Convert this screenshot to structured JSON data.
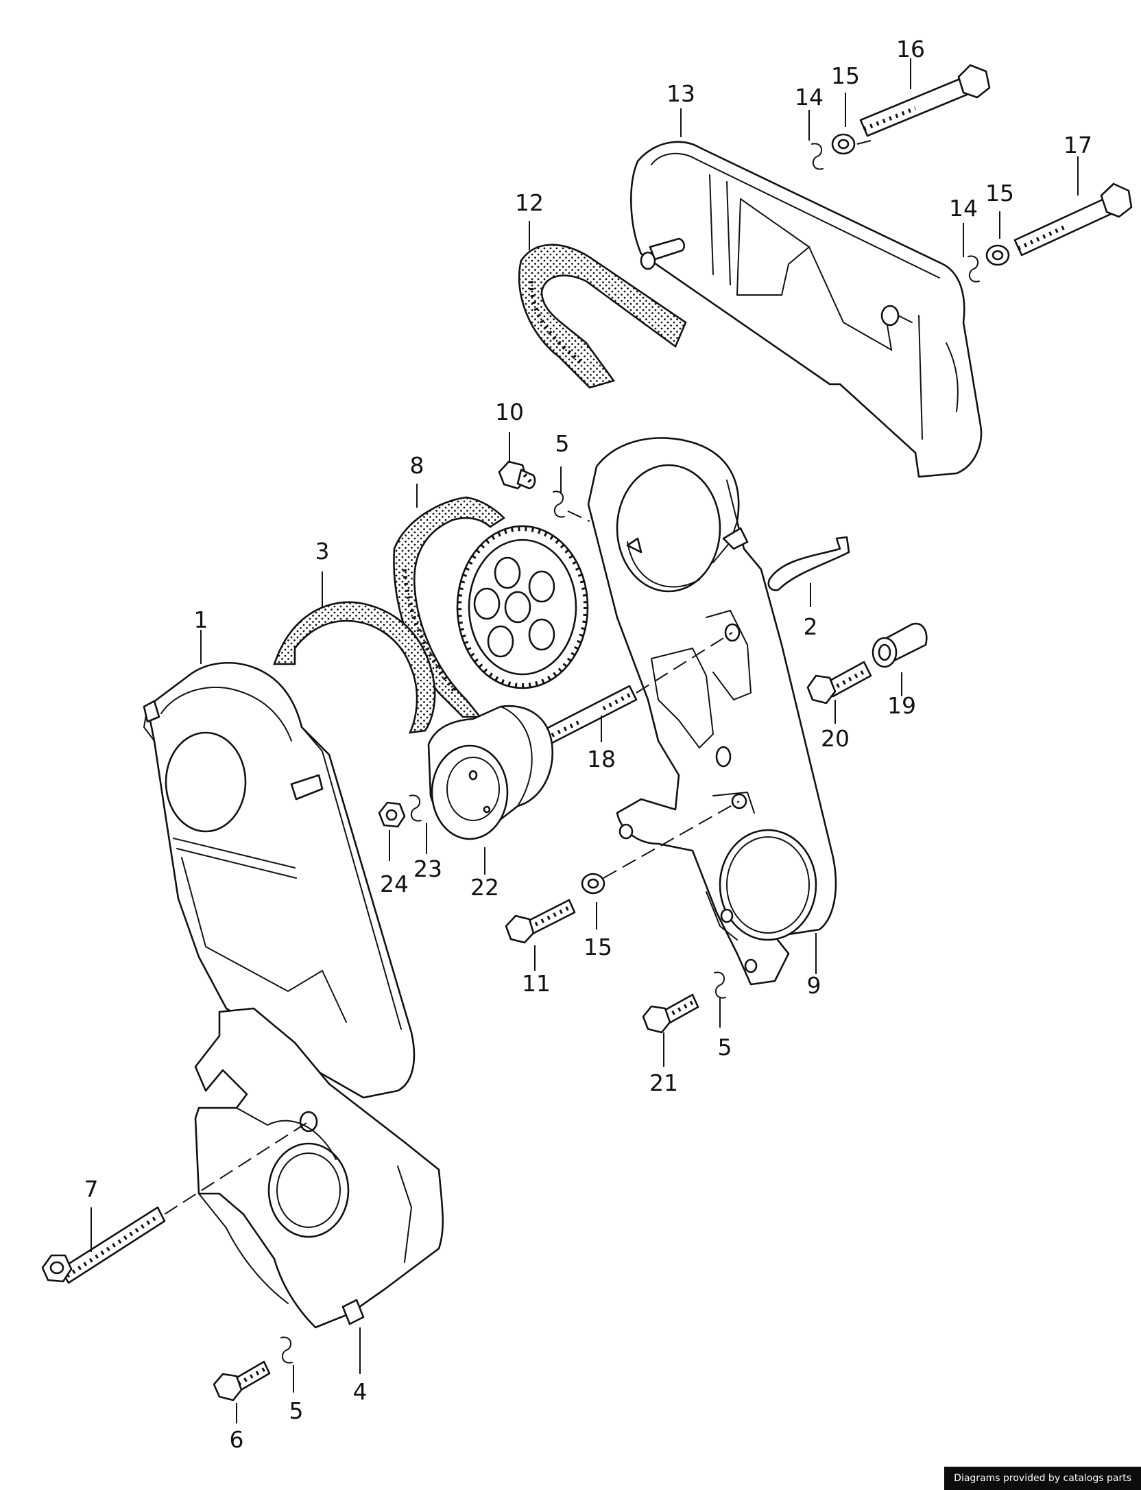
{
  "diagram": {
    "callouts": [
      {
        "id": "c1",
        "label": "1"
      },
      {
        "id": "c2",
        "label": "2"
      },
      {
        "id": "c3",
        "label": "3"
      },
      {
        "id": "c4",
        "label": "4"
      },
      {
        "id": "c5a",
        "label": "5"
      },
      {
        "id": "c5b",
        "label": "5"
      },
      {
        "id": "c5c",
        "label": "5"
      },
      {
        "id": "c6",
        "label": "6"
      },
      {
        "id": "c7",
        "label": "7"
      },
      {
        "id": "c8",
        "label": "8"
      },
      {
        "id": "c9",
        "label": "9"
      },
      {
        "id": "c10",
        "label": "10"
      },
      {
        "id": "c11",
        "label": "11"
      },
      {
        "id": "c12",
        "label": "12"
      },
      {
        "id": "c13",
        "label": "13"
      },
      {
        "id": "c14a",
        "label": "14"
      },
      {
        "id": "c14b",
        "label": "14"
      },
      {
        "id": "c15a",
        "label": "15"
      },
      {
        "id": "c15b",
        "label": "15"
      },
      {
        "id": "c15c",
        "label": "15"
      },
      {
        "id": "c16",
        "label": "16"
      },
      {
        "id": "c17",
        "label": "17"
      },
      {
        "id": "c18",
        "label": "18"
      },
      {
        "id": "c19",
        "label": "19"
      },
      {
        "id": "c20",
        "label": "20"
      },
      {
        "id": "c21",
        "label": "21"
      },
      {
        "id": "c22",
        "label": "22"
      },
      {
        "id": "c23",
        "label": "23"
      },
      {
        "id": "c24",
        "label": "24"
      }
    ]
  },
  "footer": {
    "credit": "Diagrams provided by catalogs parts"
  }
}
